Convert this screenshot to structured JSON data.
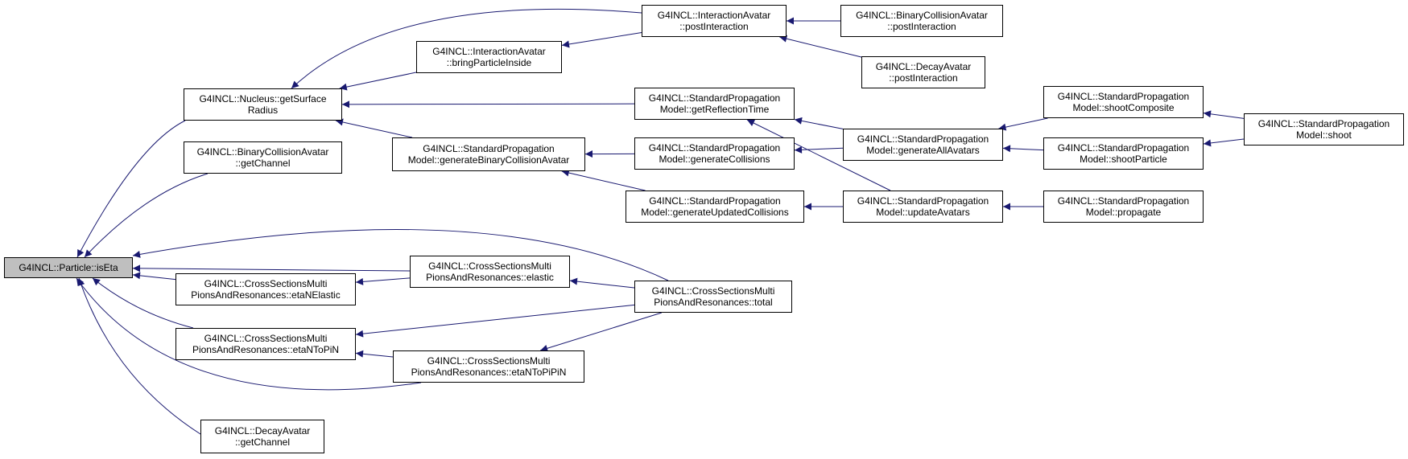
{
  "colors": {
    "edge": "#191970",
    "root_fill": "#bfbfbf",
    "node_fill": "#ffffff",
    "border": "#000000"
  },
  "nodes": {
    "root": {
      "lines": [
        "G4INCL::Particle::isEta"
      ]
    },
    "nucSurf": {
      "lines": [
        "G4INCL::Nucleus::getSurface",
        "Radius"
      ]
    },
    "bcaGetCh": {
      "lines": [
        "G4INCL::BinaryCollisionAvatar",
        "::getChannel"
      ]
    },
    "etaNEl": {
      "lines": [
        "G4INCL::CrossSectionsMulti",
        "PionsAndResonances::etaNElastic"
      ]
    },
    "etaNToPiN": {
      "lines": [
        "G4INCL::CrossSectionsMulti",
        "PionsAndResonances::etaNToPiN"
      ]
    },
    "daGetCh": {
      "lines": [
        "G4INCL::DecayAvatar",
        "::getChannel"
      ]
    },
    "iaBring": {
      "lines": [
        "G4INCL::InteractionAvatar",
        "::bringParticleInside"
      ]
    },
    "iaPost": {
      "lines": [
        "G4INCL::InteractionAvatar",
        "::postInteraction"
      ]
    },
    "bcaPost": {
      "lines": [
        "G4INCL::BinaryCollisionAvatar",
        "::postInteraction"
      ]
    },
    "daPost": {
      "lines": [
        "G4INCL::DecayAvatar",
        "::postInteraction"
      ]
    },
    "genBCA": {
      "lines": [
        "G4INCL::StandardPropagation",
        "Model::generateBinaryCollisionAvatar"
      ]
    },
    "getRefl": {
      "lines": [
        "G4INCL::StandardPropagation",
        "Model::getReflectionTime"
      ]
    },
    "genColl": {
      "lines": [
        "G4INCL::StandardPropagation",
        "Model::generateCollisions"
      ]
    },
    "genUpd": {
      "lines": [
        "G4INCL::StandardPropagation",
        "Model::generateUpdatedCollisions"
      ]
    },
    "genAll": {
      "lines": [
        "G4INCL::StandardPropagation",
        "Model::generateAllAvatars"
      ]
    },
    "updAv": {
      "lines": [
        "G4INCL::StandardPropagation",
        "Model::updateAvatars"
      ]
    },
    "shootComp": {
      "lines": [
        "G4INCL::StandardPropagation",
        "Model::shootComposite"
      ]
    },
    "shootPart": {
      "lines": [
        "G4INCL::StandardPropagation",
        "Model::shootParticle"
      ]
    },
    "propagate": {
      "lines": [
        "G4INCL::StandardPropagation",
        "Model::propagate"
      ]
    },
    "shoot": {
      "lines": [
        "G4INCL::StandardPropagation",
        "Model::shoot"
      ]
    },
    "elastic": {
      "lines": [
        "G4INCL::CrossSectionsMulti",
        "PionsAndResonances::elastic"
      ]
    },
    "total": {
      "lines": [
        "G4INCL::CrossSectionsMulti",
        "PionsAndResonances::total"
      ]
    },
    "etaNToPiPiN": {
      "lines": [
        "G4INCL::CrossSectionsMulti",
        "PionsAndResonances::etaNToPiPiN"
      ]
    }
  },
  "edges": [
    [
      "nucSurf",
      "root"
    ],
    [
      "bcaGetCh",
      "root"
    ],
    [
      "etaNEl",
      "root"
    ],
    [
      "etaNToPiN",
      "root"
    ],
    [
      "daGetCh",
      "root"
    ],
    [
      "elastic",
      "root"
    ],
    [
      "total",
      "root"
    ],
    [
      "etaNToPiPiN",
      "root"
    ],
    [
      "iaBring",
      "nucSurf"
    ],
    [
      "iaPost",
      "nucSurf"
    ],
    [
      "genBCA",
      "nucSurf"
    ],
    [
      "getRefl",
      "nucSurf"
    ],
    [
      "iaPost",
      "iaBring"
    ],
    [
      "bcaPost",
      "iaPost"
    ],
    [
      "daPost",
      "iaPost"
    ],
    [
      "genColl",
      "genBCA"
    ],
    [
      "genUpd",
      "genBCA"
    ],
    [
      "genAll",
      "getRefl"
    ],
    [
      "updAv",
      "getRefl"
    ],
    [
      "genAll",
      "genColl"
    ],
    [
      "updAv",
      "genUpd"
    ],
    [
      "shootComp",
      "genAll"
    ],
    [
      "shootPart",
      "genAll"
    ],
    [
      "propagate",
      "updAv"
    ],
    [
      "shoot",
      "shootComp"
    ],
    [
      "shoot",
      "shootPart"
    ],
    [
      "elastic",
      "etaNEl"
    ],
    [
      "total",
      "elastic"
    ],
    [
      "total",
      "etaNToPiN"
    ],
    [
      "etaNToPiPiN",
      "etaNToPiN"
    ],
    [
      "total",
      "etaNToPiPiN"
    ]
  ]
}
